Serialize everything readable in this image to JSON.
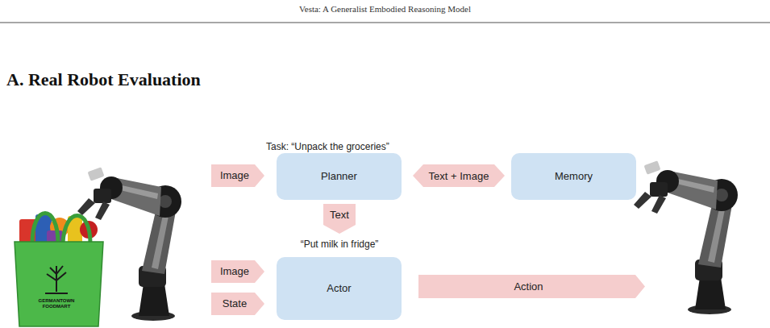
{
  "diagram": {
    "title": "A. Real Robot Evaluation",
    "nodes": [
      {
        "text": [
          "Image"
        ]
      },
      {
        "text": [
          "Planner"
        ]
      },
      {
        "text": [
          "Memory"
        ]
      },
      {
        "text": [
          "Image"
        ]
      },
      {
        "text": [
          "Actor"
        ]
      },
      {
        "text": [
          "Action"
        ]
      },
      {
        "text": [
          "State"
        ]
      }
    ],
    "edges": [
      {
        "from": 1,
        "to": 2,
        "label": "Text + Image",
        "arrow": "both"
      },
      {
        "from": 1,
        "to": 4,
        "label": "Text",
        "arrow": "to"
      }
    ],
    "labels": [
      "Vesta: A Generalist Embodied Reasoning Model",
      "Task: “Unpack the groceries”",
      "“Put milk in fridge”",
      "GERMANTOWN FOODMART"
    ]
  }
}
